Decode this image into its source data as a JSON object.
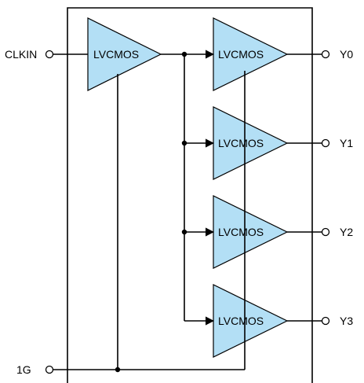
{
  "diagram": {
    "buffer_label": "LVCMOS",
    "input_label": "CLKIN",
    "enable_label": "1G",
    "outputs": [
      "Y0",
      "Y1",
      "Y2",
      "Y3"
    ],
    "colors": {
      "buffer_fill": "#b3dff5",
      "line": "#000000"
    }
  }
}
